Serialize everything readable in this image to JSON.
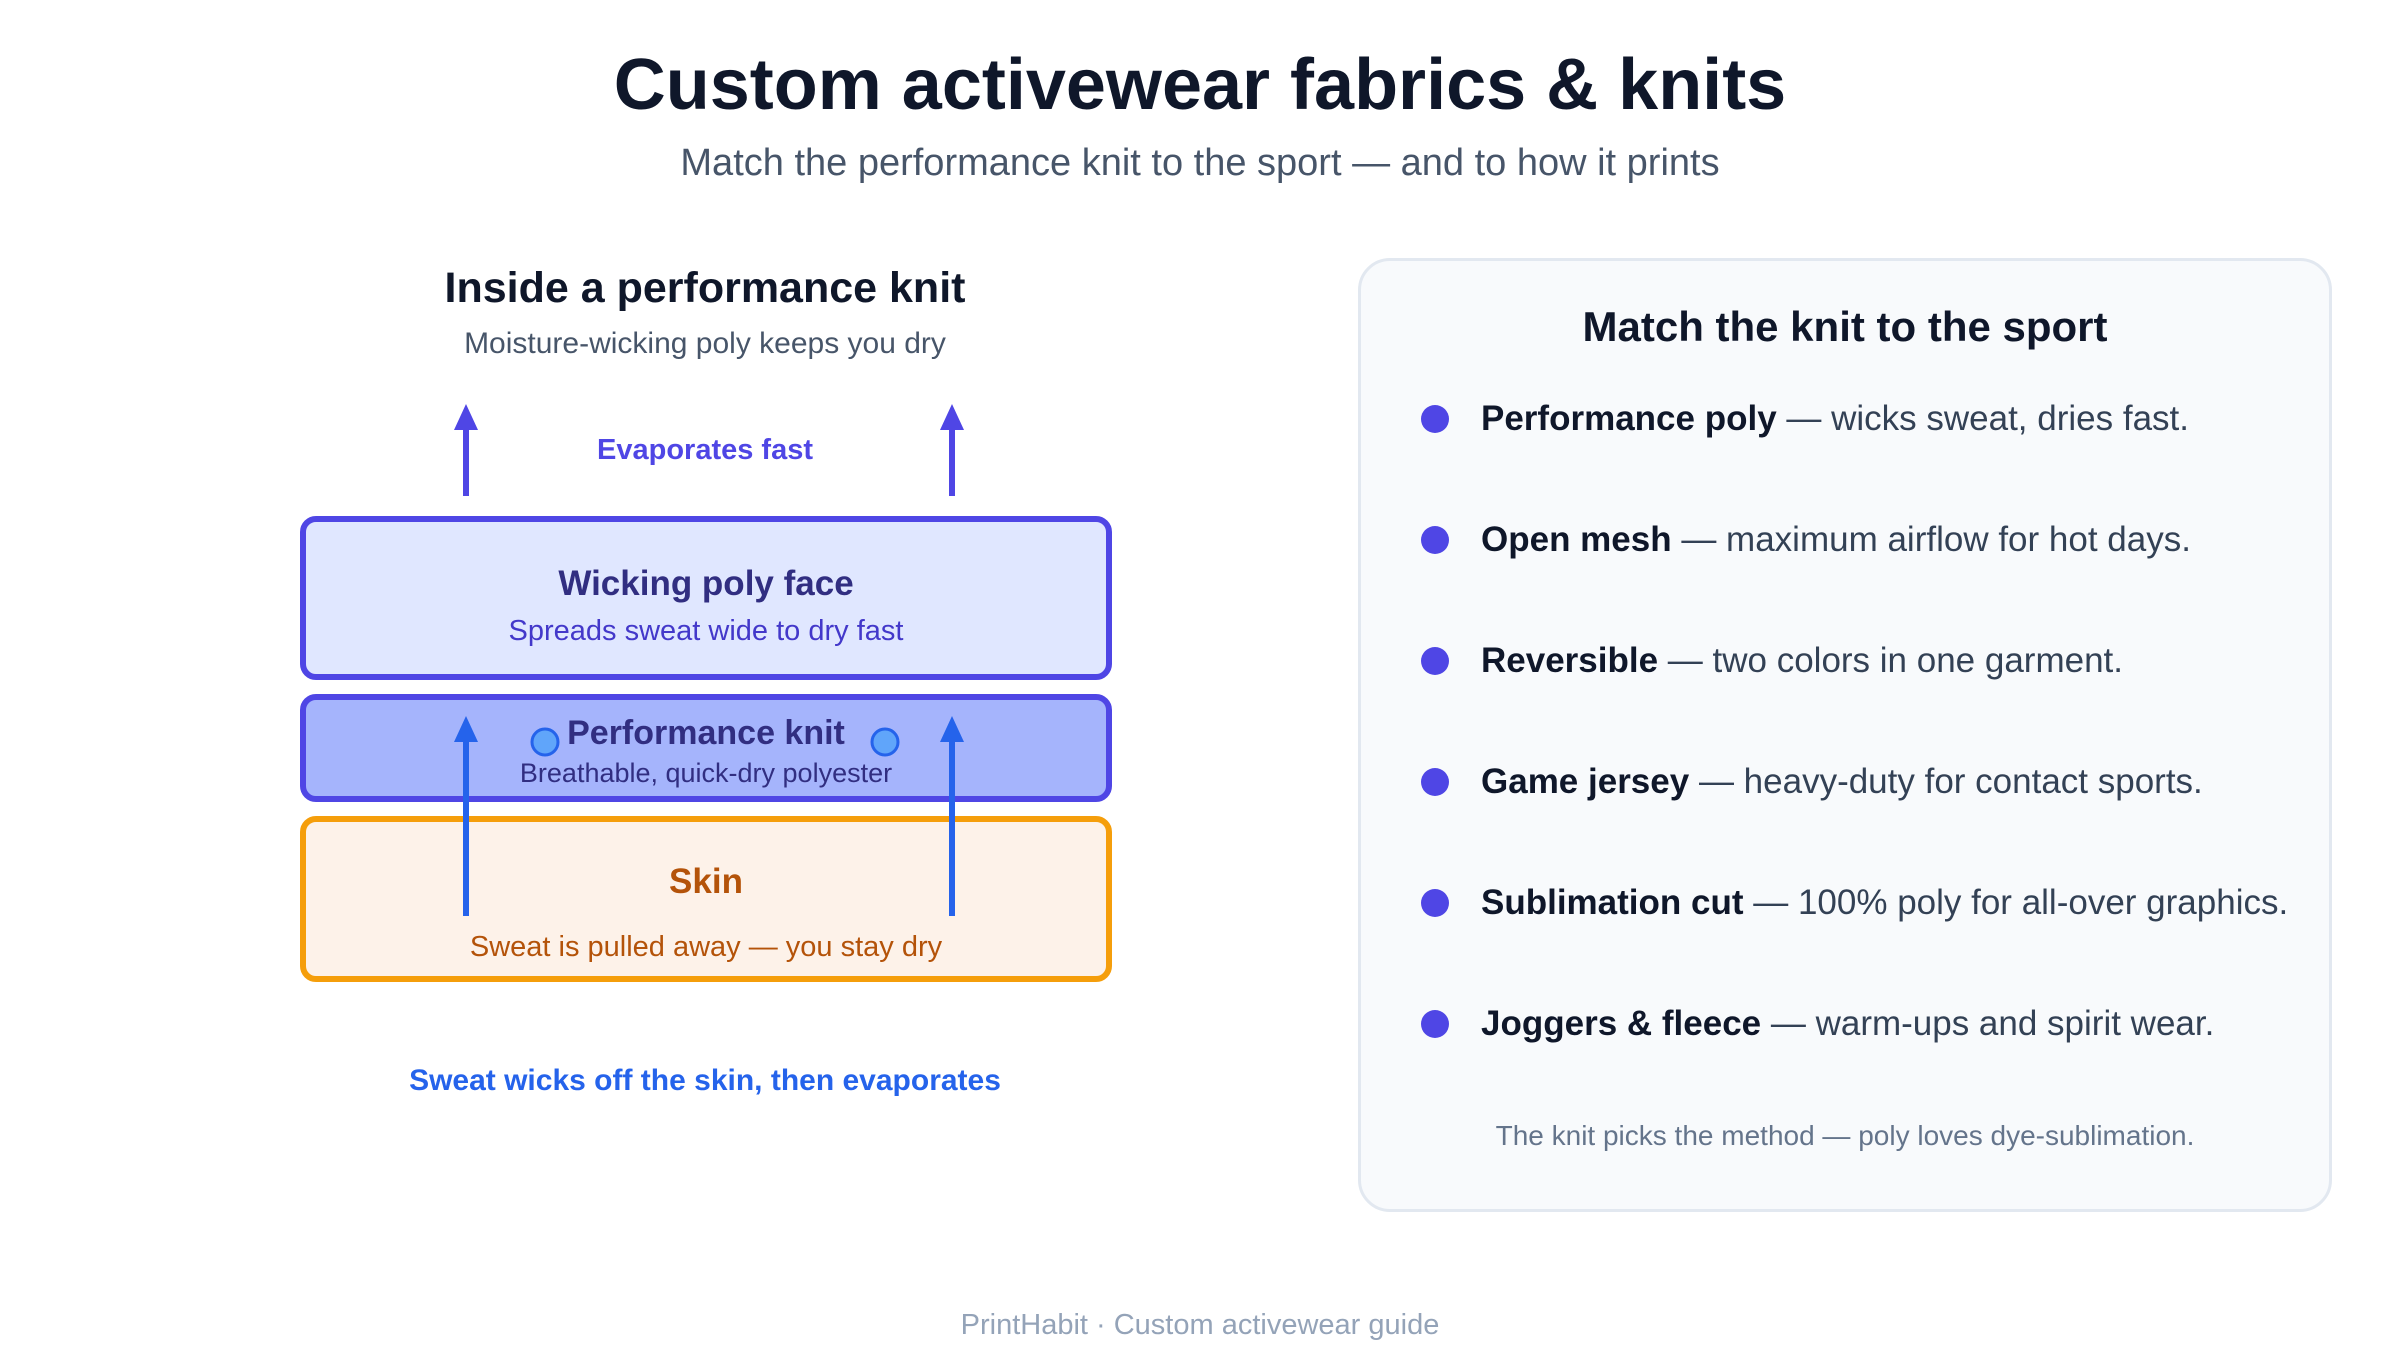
{
  "header": {
    "title": "Custom activewear fabrics & knits",
    "subtitle": "Match the performance knit to the sport — and to how it prints"
  },
  "diagram": {
    "title": "Inside a performance knit",
    "subtitle": "Moisture-wicking poly keeps you dry",
    "evaporates_label": "Evaporates fast",
    "layers": [
      {
        "name": "Wicking poly face",
        "description": "Spreads sweat wide to dry fast"
      },
      {
        "name": "Performance knit",
        "description": "Breathable, quick-dry polyester"
      },
      {
        "name": "Skin",
        "description": "Sweat is pulled away — you stay dry"
      }
    ],
    "caption": "Sweat wicks off the skin, then evaporates"
  },
  "card": {
    "title": "Match the knit to the sport",
    "items": [
      {
        "name": "Performance poly",
        "desc": " — wicks sweat, dries fast."
      },
      {
        "name": "Open mesh",
        "desc": " — maximum airflow for hot days."
      },
      {
        "name": "Reversible",
        "desc": " — two colors in one garment."
      },
      {
        "name": "Game jersey",
        "desc": " — heavy-duty for contact sports."
      },
      {
        "name": "Sublimation cut",
        "desc": " — 100% poly for all-over graphics."
      },
      {
        "name": "Joggers & fleece",
        "desc": " — warm-ups and spirit wear."
      }
    ],
    "note": "The knit picks the method — poly loves dye-sublimation."
  },
  "footer": "PrintHabit · Custom activewear guide",
  "colors": {
    "accent_indigo": "#4f46e5",
    "sweat_blue": "#2563eb",
    "skin_orange": "#f59e0b",
    "skin_text": "#b45309"
  }
}
